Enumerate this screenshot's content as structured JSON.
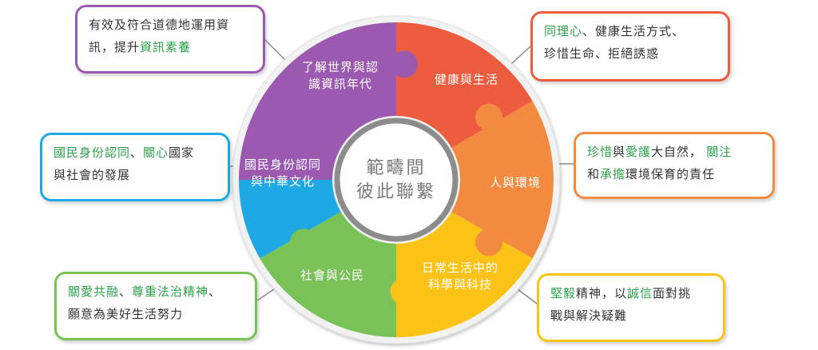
{
  "colors": {
    "purple": "#9b59b0",
    "red": "#ee5c3f",
    "orange": "#f28b40",
    "yellow": "#fcc316",
    "green": "#79c257",
    "blue": "#1ea9e4",
    "highlight": "#2aa14a"
  },
  "center": {
    "line1": "範疇間",
    "line2": "彼此聯繫"
  },
  "segments": {
    "info": {
      "line1": "了解世界與認",
      "line2": "識資訊年代"
    },
    "health": {
      "line1": "健康與生活"
    },
    "env": {
      "line1": "人與環境"
    },
    "science": {
      "line1": "日常生活中的",
      "line2": "科學與科技"
    },
    "civic": {
      "line1": "社會與公民"
    },
    "identity": {
      "line1": "國民身份認同",
      "line2": "與中華文化"
    }
  },
  "callouts": {
    "info": {
      "line1": "有效及符合道德地運用資",
      "line2_plain": "訊，提升",
      "line2_hl": "資訊素養"
    },
    "health": {
      "line1_hl": "同理心",
      "line1_plain": "、健康生活方式、",
      "line2": "珍惜生命、拒絕誘惑"
    },
    "env": {
      "l1_hl1": "珍惜",
      "l1_p1": "與",
      "l1_hl2": "愛護",
      "l1_p2": "大自然，",
      "l1_hl3": "關注",
      "l2_p1": "和",
      "l2_hl1": "承擔",
      "l2_p2": "環境保育的責任"
    },
    "science": {
      "l1_hl1": "堅毅",
      "l1_p1": "精神，以",
      "l1_hl2": "誠信",
      "l1_p2": "面對挑",
      "line2": "戰與解決疑難"
    },
    "civic": {
      "l1_hl1": "關愛共融",
      "l1_p1": "、",
      "l1_hl2": "尊重法治精神",
      "l1_p2": "、",
      "line2": "願意為美好生活努力"
    },
    "identity": {
      "l1_hl1": "國民身份認同",
      "l1_p1": "、",
      "l1_hl2": "關心",
      "l1_p2": "國家",
      "line2": "與社會的發展"
    }
  }
}
